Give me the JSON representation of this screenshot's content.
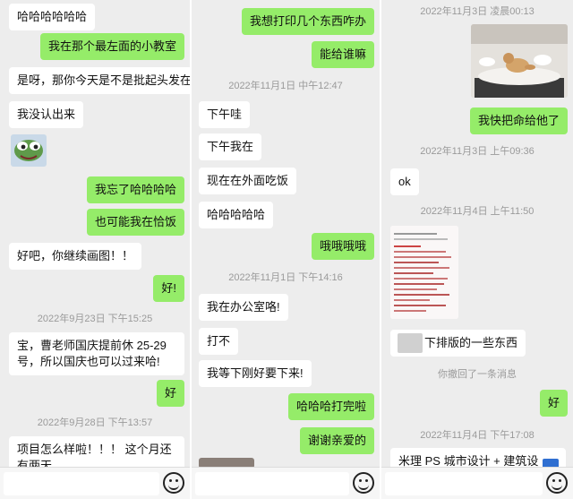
{
  "panel1": {
    "msg1": "哈哈哈哈哈哈",
    "msg2": "我在那个最左面的小教室",
    "msg3": "是呀，那你今天是不是批起头发在",
    "msg4": "我没认出来",
    "sticker": "frog-sticker",
    "msg5": "我忘了哈哈哈哈",
    "msg6": "也可能我在恰饭",
    "msg7": "好吧，你继续画图！！",
    "msg8": "好!",
    "ts1": "2022年9月23日 下午15:25",
    "msg9": "宝，曹老师国庆提前休 25-29 号，所以国庆也可以过来哈!",
    "msg10": "好",
    "ts2": "2022年9月28日 下午13:57",
    "msg11": "项目怎么样啦！！！ 这个月还有两天"
  },
  "panel2": {
    "msg1": "我想打印几个东西咋办",
    "msg2": "能给谁嘛",
    "ts1": "2022年11月1日 中午12:47",
    "msg3": "下午哇",
    "msg4": "下午我在",
    "msg5": "现在在外面吃饭",
    "msg6": "哈哈哈哈哈",
    "msg7": "哦哦哦哦",
    "ts2": "2022年11月1日 下午14:16",
    "msg8": "我在办公室咯!",
    "msg9": "打不",
    "msg10": "我等下刚好要下来!",
    "msg11": "哈哈哈打完啦",
    "msg12": "谢谢亲爱的"
  },
  "panel3": {
    "ts1": "2022年11月3日 凌晨00:13",
    "photo": "dog-photo",
    "msg1": "我快把命给他了",
    "ts2": "2022年11月3日 上午09:36",
    "msg2": "ok",
    "ts3": "2022年11月4日 上午11:50",
    "doc_image": "document-screenshot",
    "msg3": "下排版的一些东西",
    "recall": "你撤回了一条消息",
    "msg4": "好",
    "ts4": "2022年11月4日 下午17:08",
    "msg5": "米理 PS 城市设计 + 建筑设"
  },
  "colors": {
    "bg": "#ededed",
    "incoming": "#ffffff",
    "outgoing": "#95ec69",
    "timestamp": "#9a9a9a"
  }
}
